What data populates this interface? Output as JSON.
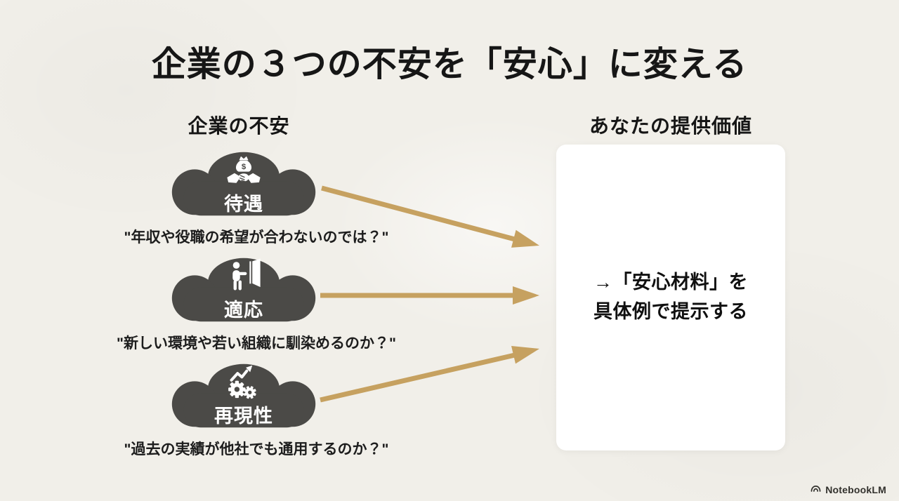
{
  "title": "企業の３つの不安を「安心」に変える",
  "left_column": {
    "header": "企業の不安"
  },
  "right_column": {
    "header": "あなたの提供価値"
  },
  "concerns": [
    {
      "label": "待遇",
      "icon": "money-handshake-icon",
      "quote": "\"年収や役職の希望が合わないのでは？\""
    },
    {
      "label": "適応",
      "icon": "person-door-icon",
      "quote": "\"新しい環境や若い組織に馴染めるのか？\""
    },
    {
      "label": "再現性",
      "icon": "gears-growth-icon",
      "quote": "\"過去の実績が他社でも通用するのか？\""
    }
  ],
  "value_box": {
    "line1": "→「安心材料」を",
    "line2": "具体例で提示する"
  },
  "footer": {
    "brand": "NotebookLM",
    "brand_icon": "notebooklm-logo-icon"
  },
  "colors": {
    "background": "#f1efe9",
    "cloud": "#4b4a47",
    "arrow": "#c6a160",
    "box": "#ffffff",
    "text": "#161616"
  }
}
